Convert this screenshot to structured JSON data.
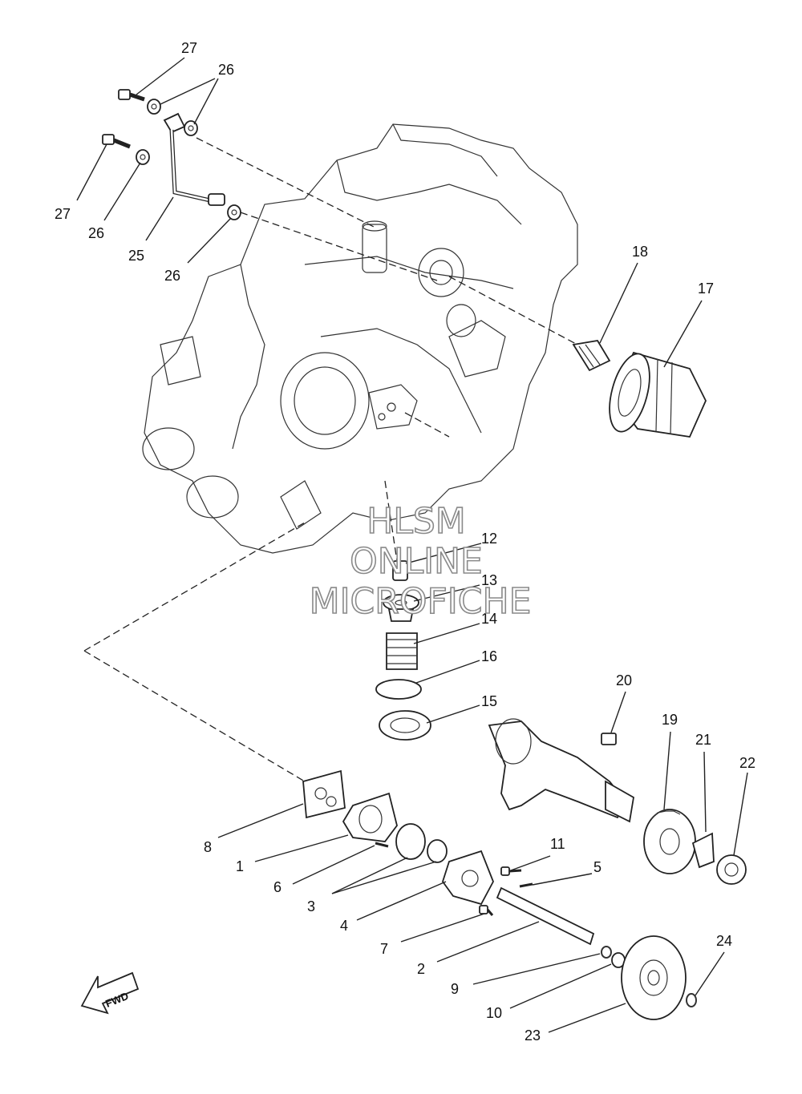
{
  "callouts": {
    "c27a": "27",
    "c26a": "26",
    "c27b": "27",
    "c26b": "26",
    "c25": "25",
    "c26c": "26",
    "c18": "18",
    "c17": "17",
    "c12": "12",
    "c13": "13",
    "c14": "14",
    "c16": "16",
    "c15": "15",
    "c20": "20",
    "c19": "19",
    "c21": "21",
    "c22": "22",
    "c8": "8",
    "c1": "1",
    "c6": "6",
    "c3": "3",
    "c4": "4",
    "c11": "11",
    "c5": "5",
    "c7": "7",
    "c2": "2",
    "c9": "9",
    "c10": "10",
    "c23": "23",
    "c24": "24"
  },
  "watermark": {
    "line1": "HLSM",
    "line2": "ONLINE",
    "line3": "MICROFICHE"
  },
  "fwd_label": "FWD"
}
